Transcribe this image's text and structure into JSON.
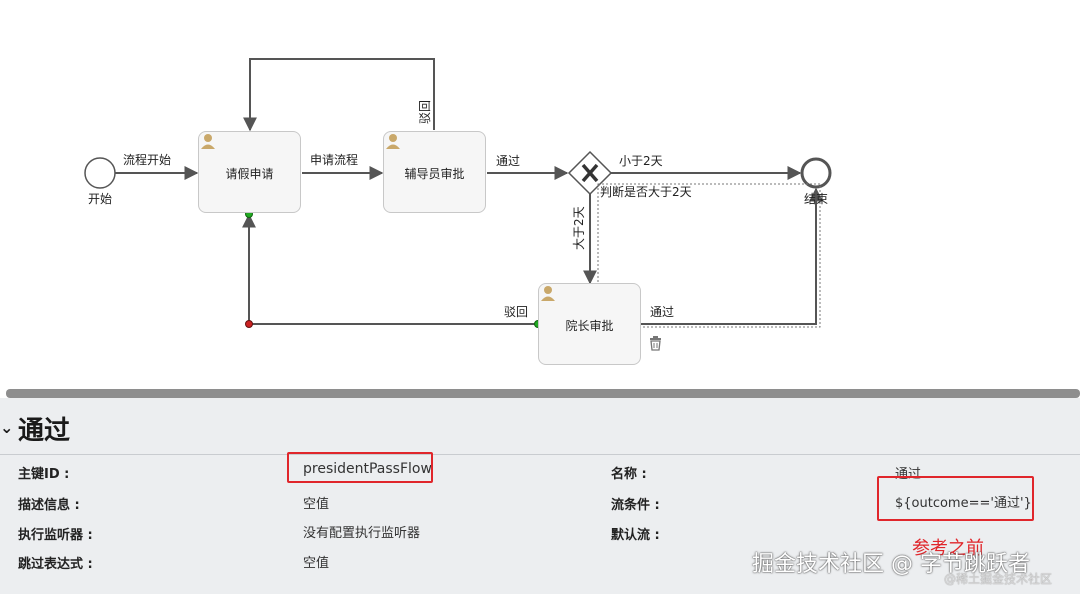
{
  "diagram": {
    "start_label": "开始",
    "end_label": "结束",
    "tasks": {
      "apply": "请假申请",
      "counselor": "辅导员审批",
      "president": "院长审批"
    },
    "flows": {
      "start_flow": "流程开始",
      "apply_flow": "申请流程",
      "pass_flow": "通过",
      "less_flow": "小于2天",
      "gateway_label": "判断是否大于2天",
      "more_flow": "大于2天",
      "reject_counselor": "驳回",
      "reject_president": "驳回",
      "president_pass": "通过"
    }
  },
  "panel": {
    "title": "通过",
    "fields": {
      "id_label": "主键ID :",
      "id_value": "presidentPassFlow",
      "desc_label": "描述信息 :",
      "desc_value": "空值",
      "listener_label": "执行监听器 :",
      "listener_value": "没有配置执行监听器",
      "skip_label": "跳过表达式 :",
      "skip_value": "空值",
      "name_label": "名称 :",
      "name_value": "通过",
      "condition_label": "流条件 :",
      "condition_value": "${outcome=='通过'}",
      "default_label": "默认流 :"
    },
    "annotation": "参考之前",
    "watermark_main": "掘金技术社区 @ 字节跳跃者",
    "watermark_sub": "@稀土掘金技术社区"
  },
  "colors": {
    "highlight": "#e0262b",
    "flow_line": "#555555",
    "selection_dot": "#22aa22"
  }
}
